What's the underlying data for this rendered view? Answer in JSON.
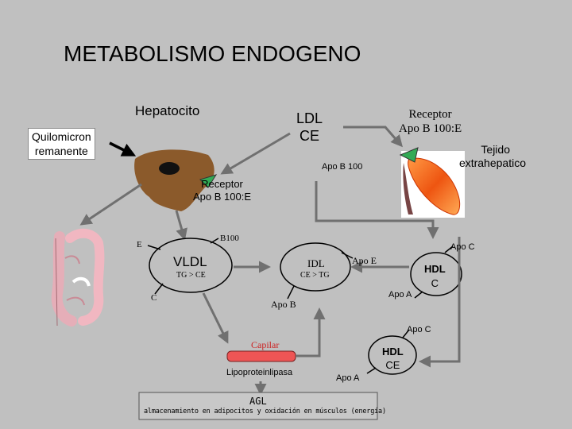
{
  "title": "METABOLISMO ENDOGENO",
  "labels": {
    "hepatocito": "Hepatocito",
    "quilomicron_line1": "Quilomicron",
    "quilomicron_line2": "remanente",
    "ldl_ce_line1": "LDL",
    "ldl_ce_line2": "CE",
    "receptor_top_line1": "Receptor",
    "receptor_top_line2": "Apo B 100:E",
    "tejido_line1": "Tejido",
    "tejido_line2": "extrahepatico",
    "apo_b100": "Apo B 100",
    "receptor_liver_line1": "Receptor",
    "receptor_liver_line2": "Apo B 100:E",
    "e_left": "E",
    "b100": "B100",
    "vldl": "VLDL",
    "vldl_sub": "TG > CE",
    "c_left": "C",
    "idl": "IDL",
    "idl_sub": "CE > TG",
    "apo_e": "Apo E",
    "apo_c_top": "Apo C",
    "hdl_c_line1": "HDL",
    "hdl_c_line2": "C",
    "apo_a_right": "Apo A",
    "apo_b": "Apo B",
    "apo_c_mid": "Apo C",
    "capilar": "Capilar",
    "hdl_ce_line1": "HDL",
    "hdl_ce_line2": "CE",
    "lipoproteinlipasa": "Lipoproteinlipasa",
    "apo_a_bottom": "Apo A",
    "agl": "AGL",
    "agl_desc": "almacenamiento en adipocitos y oxidación en músculos (energía)"
  },
  "colors": {
    "background": "#c0c0c0",
    "liver": "#8b5a2b",
    "receptor_triangle": "#33aa55",
    "capilar_text": "#cc2222",
    "capilar_fill": "#ee5555",
    "arrow": "#707070",
    "muscle": "#ee5511"
  }
}
